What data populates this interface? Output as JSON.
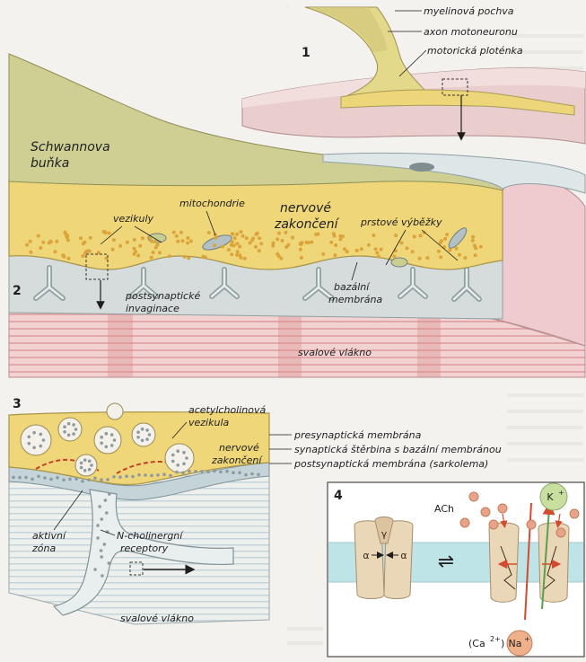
{
  "panel1": {
    "number": "1",
    "labels": {
      "myelin": "myelinová pochva",
      "axon": "axon motoneuronu",
      "endplate": "motorická ploténka"
    }
  },
  "panel2": {
    "number": "2",
    "labels": {
      "schwann_line1": "Schwannova",
      "schwann_line2": "buňka",
      "mitochondria": "mitochondrie",
      "terminal_line1": "nervové",
      "terminal_line2": "zakončení",
      "vesicles": "vezikuly",
      "finger_processes": "prstové výběžky",
      "invagination_line1": "postsynaptické",
      "invagination_line2": "invaginace",
      "basal_line1": "bazální",
      "basal_line2": "membrána",
      "muscle_fiber": "svalové vlákno"
    }
  },
  "panel3": {
    "number": "3",
    "labels": {
      "ach_vesicle_line1": "acetylcholinová",
      "ach_vesicle_line2": "vezikula",
      "presynaptic": "presynaptická membrána",
      "cleft": "synaptická štěrbina s bazální membránou",
      "postsynaptic": "postsynaptická membrána (sarkolema)",
      "terminal_line1": "nervové",
      "terminal_line2": "zakončení",
      "active_zone_line1": "aktivní",
      "active_zone_line2": "zóna",
      "receptors_line1": "N-cholinergní",
      "receptors_line2": "receptory",
      "muscle_fiber": "svalové vlákno"
    }
  },
  "panel4": {
    "number": "4",
    "labels": {
      "ach": "ACh",
      "k_ion": "K",
      "k_charge": "+",
      "gamma": "γ",
      "alpha_left": "α",
      "alpha_right": "α",
      "ca": "(Ca",
      "ca_charge": "2+",
      "ca_close": ")",
      "na_ion": "Na",
      "na_charge": "+",
      "equilibrium": "⇌"
    }
  },
  "colors": {
    "nerve_yellow": "#eed679",
    "vesicle_orange": "#dca43a",
    "membrane_grey": "#a9b8bc",
    "muscle_pink": "#eec6c6",
    "stripe_red": "#d98a8a",
    "schwann_green": "#c8c88c",
    "channel_beige": "#ead7b8",
    "ach_ball": "#e8a48a",
    "k_ball": "#c9dfa0",
    "na_ball": "#f0b08c",
    "arrow_red": "#d34b2e"
  }
}
